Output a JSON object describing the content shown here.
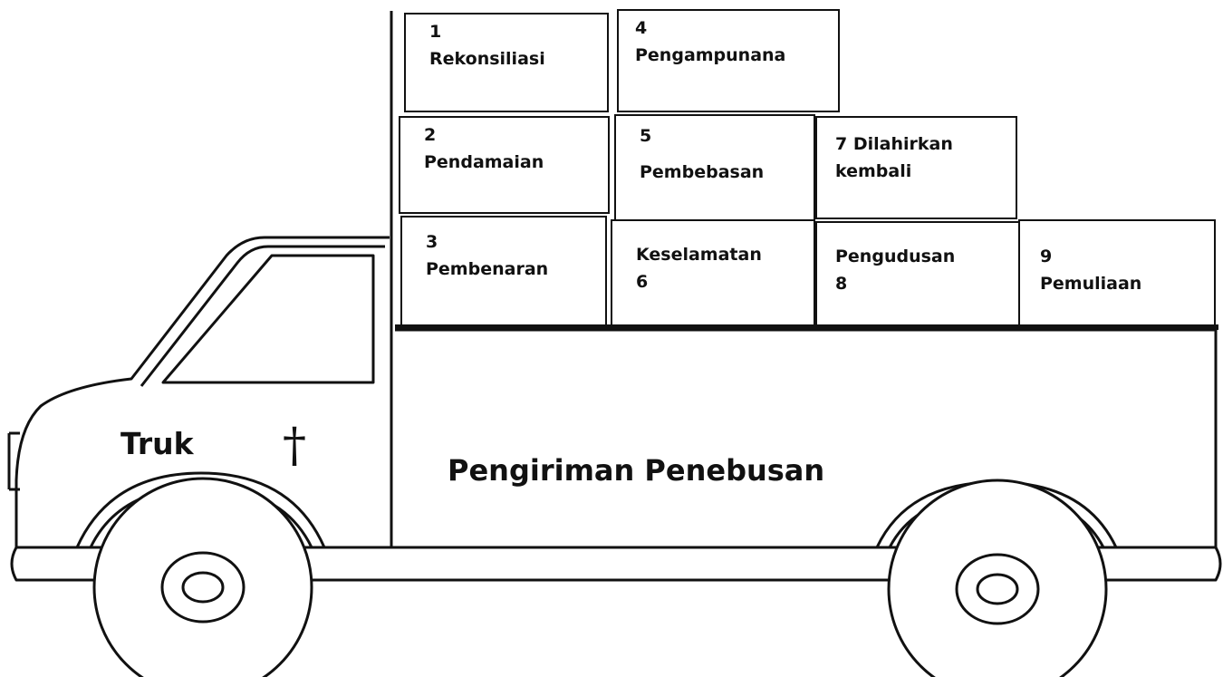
{
  "cab_label": "Truk",
  "cab_symbol": "†",
  "cargo_label": "Pengiriman Penebusan",
  "boxes": {
    "b1": "1\nRekonsiliasi",
    "b2": "2\nPendamaian",
    "b3": "3\nPembenaran",
    "b4": "4\nPengampunana",
    "b5": "5\nPembebasan",
    "b6": "Keselamatan\n6",
    "b7": "7 Dilahirkan\nkembali",
    "b8": "Pengudusan\n8",
    "b9": "9\n Pemuliaan"
  }
}
